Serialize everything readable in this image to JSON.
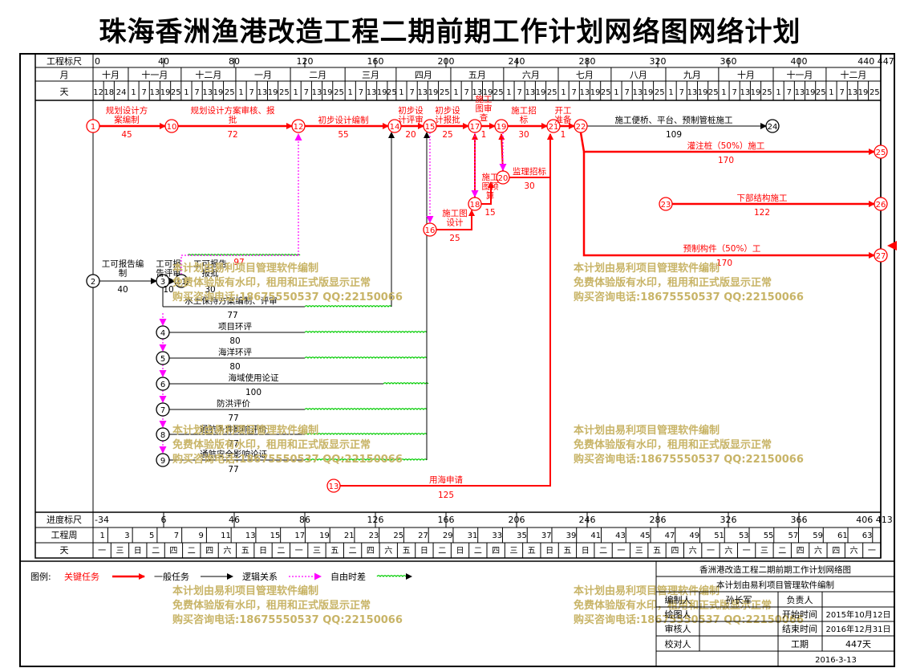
{
  "title": "珠海香洲渔港改造工程二期前期工作计划网络图网络计划",
  "header": {
    "scale_label": "工程标尺",
    "month_label": "月",
    "day_label": "天",
    "scale_ticks": [
      "0",
      "40",
      "80",
      "120",
      "160",
      "200",
      "240",
      "280",
      "320",
      "360",
      "400",
      "440 447"
    ],
    "months": [
      "十月",
      "十一月",
      "十二月",
      "一月",
      "二月",
      "三月",
      "四月",
      "五月",
      "六月",
      "七月",
      "八月",
      "九月",
      "十月",
      "十一月",
      "十二月"
    ],
    "first_days": [
      "12",
      "18",
      "24"
    ],
    "month_days": [
      "1",
      "7",
      "13",
      "19",
      "25"
    ]
  },
  "footer": {
    "progress_label": "进度标尺",
    "progress_ticks": [
      "-34",
      "6",
      "46",
      "86",
      "126",
      "166",
      "206",
      "246",
      "286",
      "326",
      "366",
      "406 413"
    ],
    "week_label": "工程周",
    "weeks": [
      "1",
      "3",
      "5",
      "7",
      "9",
      "11",
      "13",
      "15",
      "17",
      "19",
      "21",
      "23",
      "25",
      "27",
      "29",
      "31",
      "33",
      "35",
      "37",
      "39",
      "41",
      "43",
      "45",
      "47",
      "49",
      "51",
      "53",
      "55",
      "57",
      "59",
      "61",
      "63"
    ],
    "day_label": "天",
    "weekdays": [
      "一",
      "三",
      "日",
      "二",
      "四",
      "二",
      "四",
      "六",
      "五",
      "日",
      "二",
      "一",
      "三",
      "五",
      "二",
      "四",
      "六",
      "五",
      "日",
      "二",
      "日",
      "二",
      "四",
      "三",
      "五",
      "日",
      "五",
      "日",
      "二",
      "一",
      "三",
      "五",
      "四",
      "六",
      "一",
      "六",
      "一",
      "三",
      "二",
      "四",
      "六",
      "四",
      "六",
      "一"
    ]
  },
  "legend": {
    "label": "图例:",
    "critical": "关键任务",
    "normal": "一般任务",
    "logic": "逻辑关系",
    "float": "自由时差"
  },
  "titleblock": {
    "project": "香洲港改造工程二期前期工作计划网络图",
    "note": "本计划由易利项目管理软件编制",
    "editor_label": "编制人",
    "editor": "孙长军",
    "owner_label": "负责人",
    "owner": "",
    "drawer_label": "绘图人",
    "start_label": "开始时间",
    "start": "2015年10月12日",
    "reviewer_label": "审核人",
    "end_label": "结束时间",
    "end": "2016年12月31日",
    "checker_label": "校对人",
    "duration_label": "工期",
    "duration": "447天",
    "date": "2016-3-13"
  },
  "watermark": {
    "line1": "本计划由易利项目管理软件编制",
    "line2": "免费体验版有水印，租用和正式版显示正常",
    "line3": "购买咨询电话:18675550537 QQ:22150066"
  },
  "nodes": [
    "1",
    "2",
    "3",
    "4",
    "5",
    "6",
    "7",
    "8",
    "9",
    "10",
    "11",
    "12",
    "13",
    "14",
    "15",
    "16",
    "17",
    "18",
    "19",
    "20",
    "21",
    "22",
    "23",
    "24",
    "25",
    "26",
    "27"
  ],
  "tasks": {
    "t1_10": {
      "name": "规划设计方\n案编制",
      "dur": "45"
    },
    "t10_12": {
      "name": "规划设计方案审核、报\n批",
      "dur": "72"
    },
    "t12_14": {
      "name": "初步设计编制",
      "dur": "55"
    },
    "t14_15": {
      "name": "初步设\n计评审",
      "dur": "20"
    },
    "t15_17": {
      "name": "初步设\n计报批",
      "dur": "25"
    },
    "t17_19": {
      "name": "施工\n图审\n查",
      "dur": "1"
    },
    "t19_21": {
      "name": "施工招\n标",
      "dur": "30"
    },
    "t21_22": {
      "name": "开工\n准备",
      "dur": "1"
    },
    "t22_24": {
      "name": "施工便桥、平台、预制管桩施工",
      "dur": "109"
    },
    "t22_25": {
      "name": "灌注桩（50%）施工",
      "dur": "170"
    },
    "t23_26": {
      "name": "下部结构施工",
      "dur": "122"
    },
    "t22_27": {
      "name": "预制构件（50%）工",
      "dur": "170"
    },
    "t20_21": {
      "name": "监理招标",
      "dur": "30"
    },
    "t18_20": {
      "name": "施工\n图预\n算",
      "dur": "15"
    },
    "t16_18": {
      "name": "施工图\n设计",
      "dur": "25"
    },
    "t13_21": {
      "name": "用海申请",
      "dur": "125"
    },
    "t2_3": {
      "name": "工可报告编\n制",
      "dur": "40"
    },
    "t3_11": {
      "name": "工可报\n告评审",
      "dur": "10"
    },
    "t11_12": {
      "name": "工可报告\n报批",
      "dur": "30",
      "free": "97"
    },
    "t3_14": {
      "name": "水土保持方案编制、评审",
      "dur": "77"
    },
    "t4_15": {
      "name": "项目环评",
      "dur": "80"
    },
    "t5_15": {
      "name": "海洋环评",
      "dur": "80"
    },
    "t6_15": {
      "name": "海域使用论证",
      "dur": "100"
    },
    "t7_15": {
      "name": "防洪评价",
      "dur": "77"
    },
    "t8_15": {
      "name": "通航条件影响评价",
      "dur": "77"
    },
    "t9_15": {
      "name": "通航安全影响论证",
      "dur": "77"
    }
  }
}
